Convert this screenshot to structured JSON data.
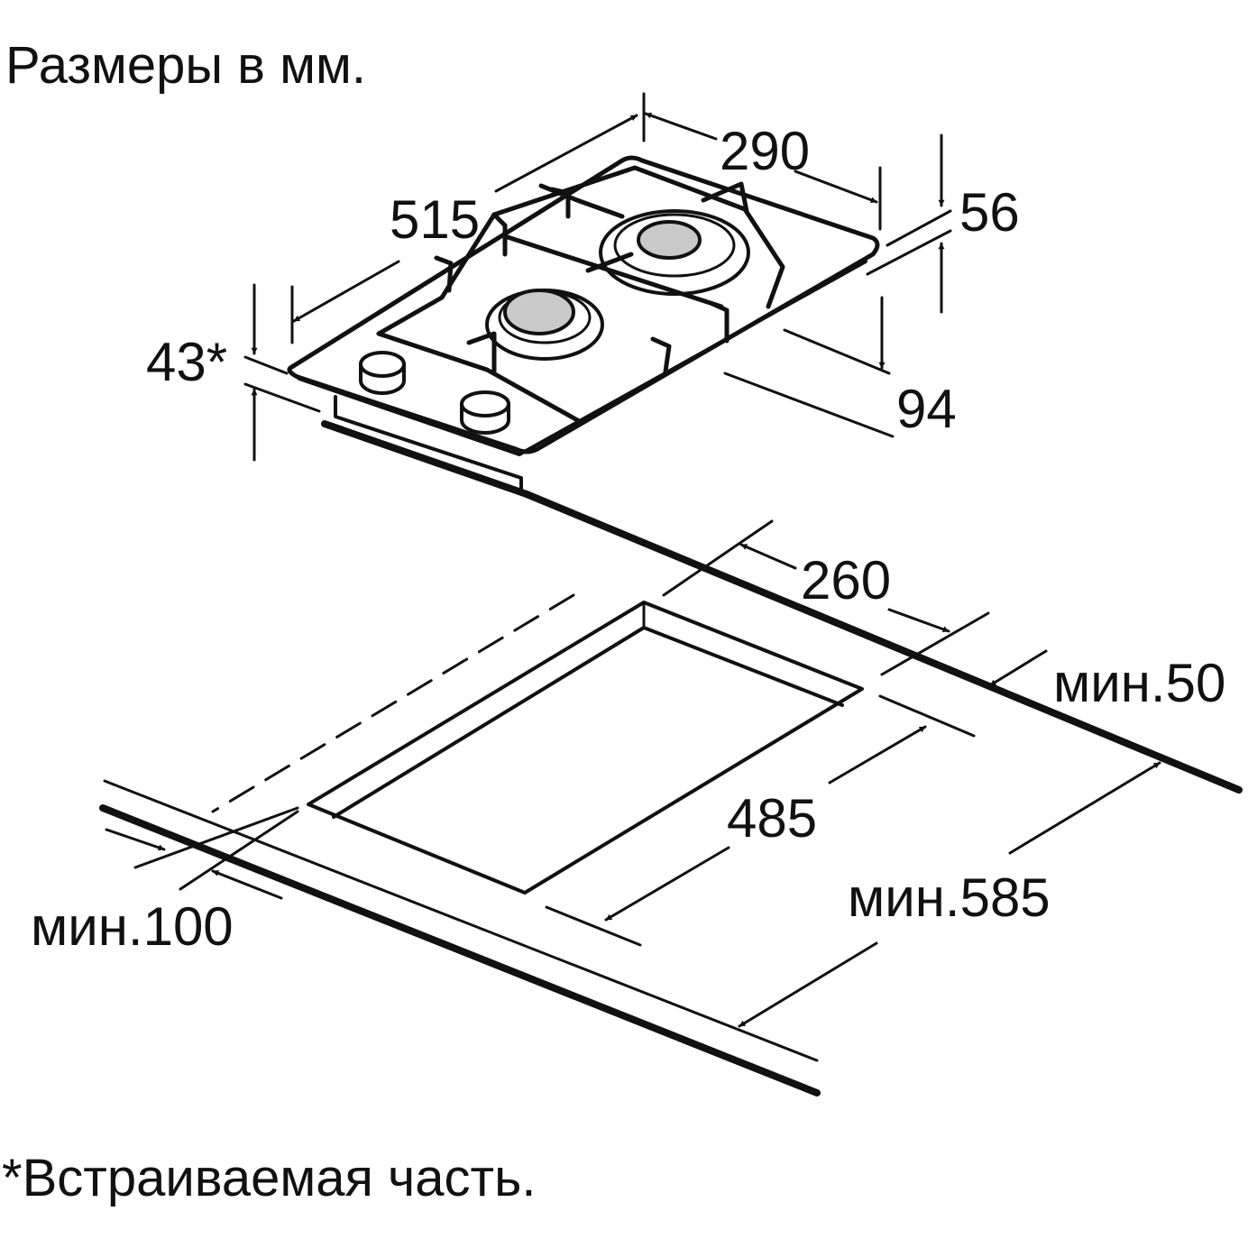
{
  "title": "Размеры в мм.",
  "footnote": "*Встраиваемая часть.",
  "dimensions": {
    "width_top": "290",
    "depth_top": "515",
    "height_top": "56",
    "height_builtin": "43*",
    "front_offset": "94",
    "cutout_width": "260",
    "cutout_depth": "485",
    "min_rear": "мин.50",
    "min_front": "мин.100",
    "min_worktop": "мин.585"
  },
  "colors": {
    "line": "#111111",
    "burner_fill": "#c9c9c9",
    "background": "#ffffff"
  }
}
